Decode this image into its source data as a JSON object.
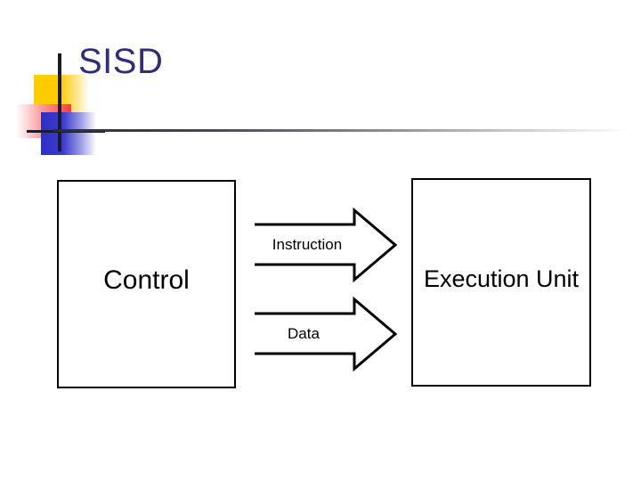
{
  "slide": {
    "title": "SISD",
    "background_color": "#ffffff",
    "title_color": "#2e2e7c"
  },
  "decoration": {
    "yellow_color": "#FFCC00",
    "red_color": "#FF3B3B",
    "blue_color": "#2F2FC4",
    "line_color": "#1a1a2e"
  },
  "diagram": {
    "type": "block-diagram",
    "boxes": [
      {
        "id": "control",
        "label": "Control"
      },
      {
        "id": "execution_unit",
        "label": "Execution Unit"
      }
    ],
    "arrows": [
      {
        "id": "instruction",
        "label": "Instruction",
        "from": "control",
        "to": "execution_unit",
        "direction": "right"
      },
      {
        "id": "data",
        "label": "Data",
        "from": "control",
        "to": "execution_unit",
        "direction": "right"
      }
    ]
  }
}
